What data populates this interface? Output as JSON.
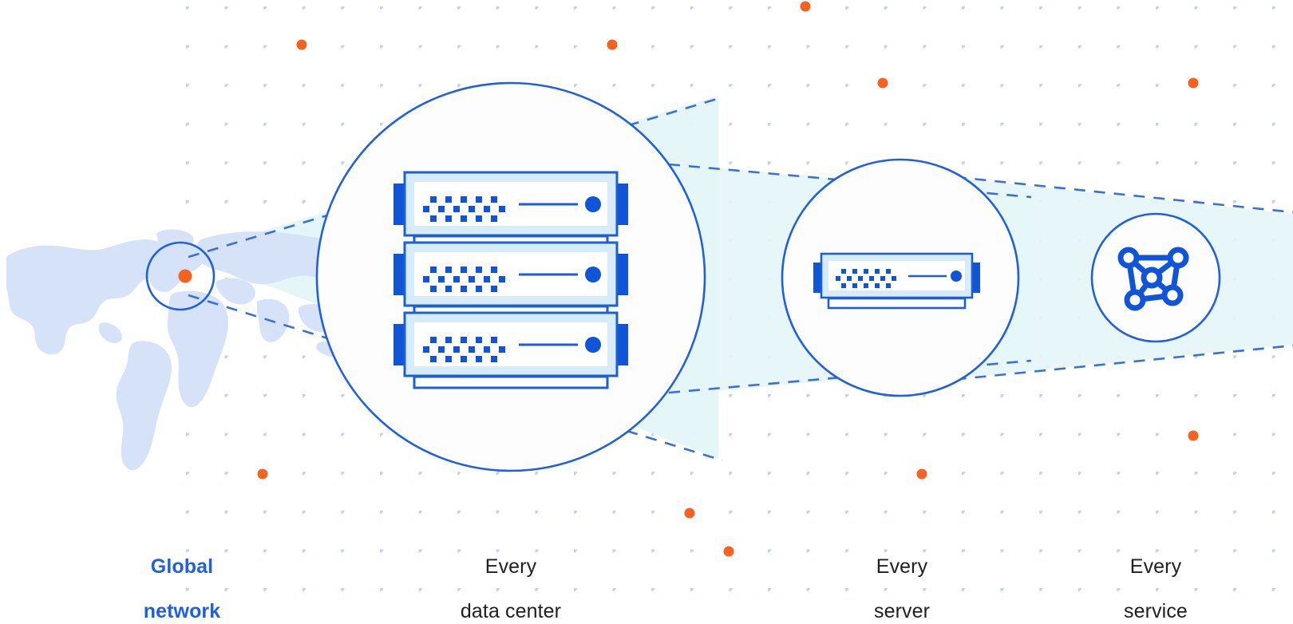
{
  "diagram": {
    "title": "Global network scale diagram",
    "background_color": "#ffffff",
    "dot_grid_color": "#c7d0e8",
    "accent_dot_color": "#f6621f",
    "brand_blue": "#2060df",
    "line_blue": "#1d5fd0",
    "deep_blue": "#1055d8",
    "pale_fill": "#e4f6f8",
    "map_color": "#d6e2f8",
    "panel_tint": "#d6ecfa"
  },
  "stages": [
    {
      "key": "global-network",
      "label_line_1": "Global",
      "label_line_2": "network",
      "icon": "world-map-icon",
      "highlighted": true,
      "text_color": "#2060df"
    },
    {
      "key": "data-center",
      "label_line_1": "Every",
      "label_line_2": "data center",
      "icon": "server-rack-icon",
      "highlighted": false,
      "text_color": "#202020"
    },
    {
      "key": "server",
      "label_line_1": "Every",
      "label_line_2": "server",
      "icon": "single-server-icon",
      "highlighted": false,
      "text_color": "#202020"
    },
    {
      "key": "service",
      "label_line_1": "Every",
      "label_line_2": "service",
      "icon": "network-nodes-icon",
      "highlighted": false,
      "text_color": "#202020"
    }
  ],
  "map": {
    "marker": "location-pin-dot",
    "marker_color": "#f6621f",
    "highlight_region": "europe"
  },
  "rack": {
    "unit_count": 3,
    "led_rows": 3,
    "status_indicator": "status-dot"
  }
}
